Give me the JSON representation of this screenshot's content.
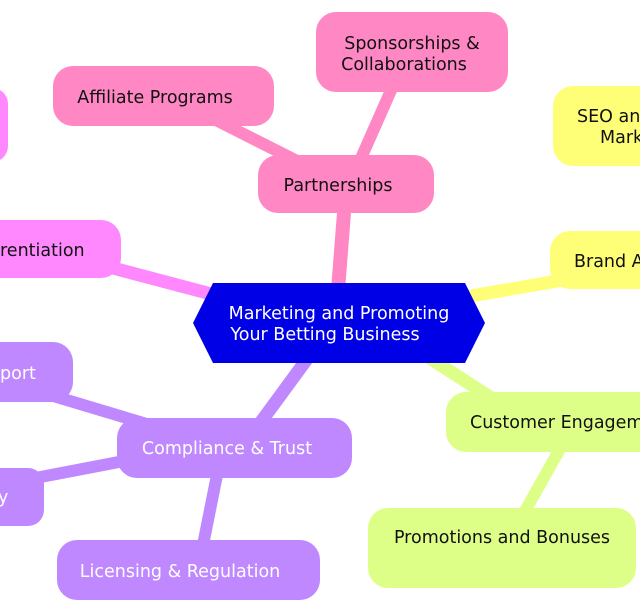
{
  "root": {
    "lines": [
      "Marketing and Promoting",
      "Your Betting Business"
    ],
    "color": "#0000e6"
  },
  "branches": {
    "partnerships": {
      "label": "Partnerships",
      "color": "#ff88c4",
      "children": {
        "affiliate": "Affiliate Programs",
        "sponsorships": [
          "Sponsorships &",
          "Collaborations"
        ]
      }
    },
    "differentiation": {
      "label": "rentiation",
      "color": "#ff88ff",
      "upper_child": ""
    },
    "seo": {
      "lines": [
        "SEO an",
        "Mark"
      ],
      "color": "#ffff77"
    },
    "brand": {
      "label": "Brand A",
      "color": "#ffff77"
    },
    "engagement": {
      "label": "Customer Engageme",
      "color": "#ddff88",
      "children": {
        "promotions": "Promotions and Bonuses"
      }
    },
    "compliance": {
      "label": "Compliance & Trust",
      "color": "#c088ff",
      "children": {
        "support": "port",
        "left": "y",
        "licensing": "Licensing & Regulation"
      }
    }
  }
}
